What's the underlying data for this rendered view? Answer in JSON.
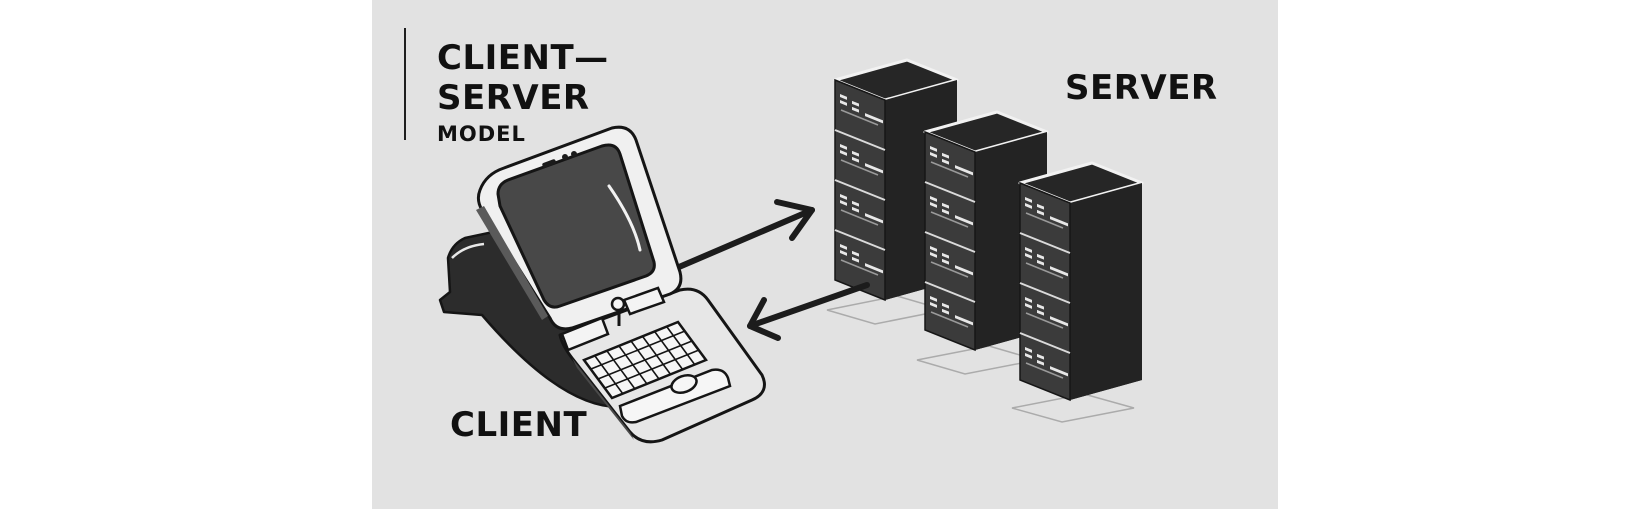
{
  "diagram": {
    "title": {
      "line1": "CLIENT—",
      "line2": "SERVER",
      "line3": "MODEL"
    },
    "server_label": "SERVER",
    "client_label": "CLIENT"
  }
}
